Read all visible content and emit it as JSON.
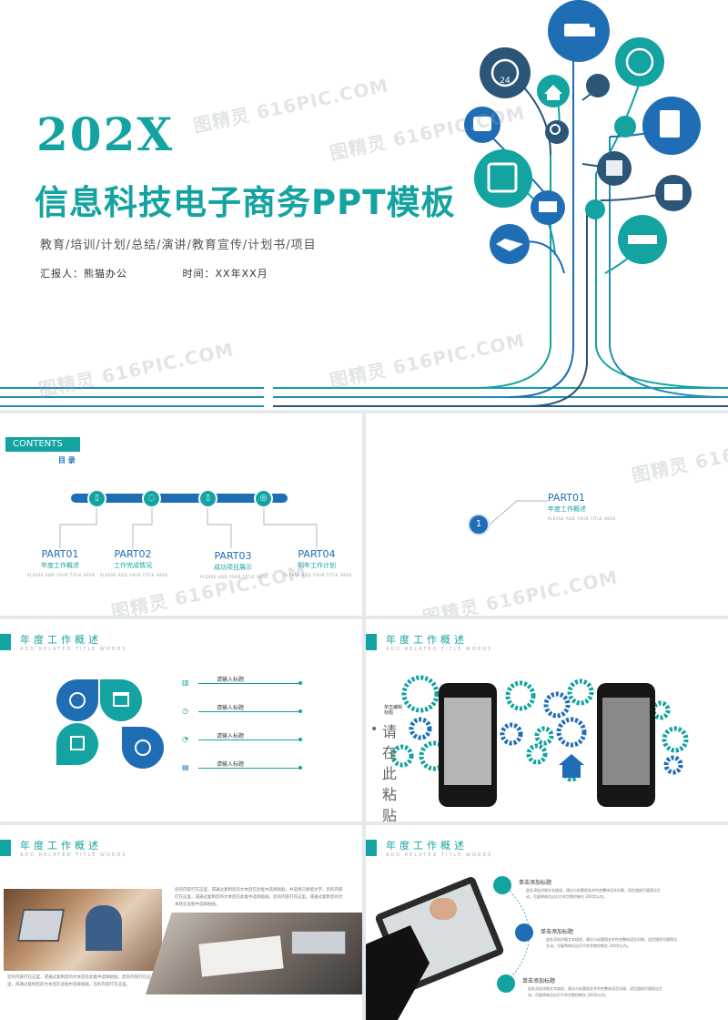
{
  "watermark": "图精灵 616PIC.COM",
  "cover": {
    "year": "202X",
    "title": "信息科技电子商务PPT模板",
    "subtitle": "教育/培训/计划/总结/演讲/教育宣传/计划书/项目",
    "reporter": "汇报人：熊猫办公",
    "time": "时间：XX年XX月",
    "colors": {
      "teal": "#13a3a0",
      "blue": "#1f6eb5",
      "navy": "#2b5678"
    }
  },
  "contents": {
    "badge": "CONTENTS",
    "label": "目 录",
    "parts": [
      {
        "title": "PART01",
        "sub": "年度工作概述",
        "tiny": "PLEASE ADD YOUR TITLE HERE"
      },
      {
        "title": "PART02",
        "sub": "工作完成情况",
        "tiny": "PLEASE ADD YOUR TITLE HERE"
      },
      {
        "title": "PART03",
        "sub": "成功项目展示",
        "tiny": "PLEASE ADD YOUR TITLE HERE"
      },
      {
        "title": "PART04",
        "sub": "明年工作计划",
        "tiny": "PLEASE ADD YOUR TITLE HERE"
      }
    ],
    "icons": [
      "phone-icon",
      "chat-icon",
      "mobile-icon",
      "camera-icon"
    ]
  },
  "part1": {
    "number": "1",
    "title": "PART01",
    "sub": "年度工作概述",
    "tiny": "PLEASE ADD YOUR TITLE HERE"
  },
  "section": {
    "title": "年度工作概述",
    "sub": "ADD RELATED TITLE WORDS"
  },
  "slide4": {
    "rows": [
      "请输入标题",
      "请输入标题",
      "请输入标题",
      "请输入标题"
    ]
  },
  "slide5": {
    "bullet_small": "单击编辑标题",
    "bullet_big": "请在此粘贴"
  },
  "slide6": {
    "text_top": "您的内容打在这里，或通过复制您的文本后在此框中选择粘贴，并选择只保留文字。您的内容打在这里，或通过复制您的文本后在此框中选择粘贴。您的内容打在这里，或通过复制您的文本后在此框中选择粘贴。",
    "text_bottom": "您的内容打在这里，或通过复制您的文本后在此框中选择粘贴，您的内容打在这里，或通过复制您的文本后在此框中选择粘贴，您的内容打在这里。"
  },
  "slide7": {
    "items": [
      {
        "title": "单击添加标题",
        "text": "此处添加详细文本描述，建议与标题相关并符合整体语言风格，语言描述尽量简洁生动。尽量将每页幻灯片的字数控制在 200字以内。"
      },
      {
        "title": "单击添加标题",
        "text": "此处添加详细文本描述，建议与标题相关并符合整体语言风格，语言描述尽量简洁生动。尽量将每页幻灯片的字数控制在 200字以内。"
      },
      {
        "title": "单击添加标题",
        "text": "此处添加详细文本描述，建议与标题相关并符合整体语言风格，语言描述尽量简洁生动。尽量将每页幻灯片的字数控制在 200字以内。"
      }
    ]
  }
}
